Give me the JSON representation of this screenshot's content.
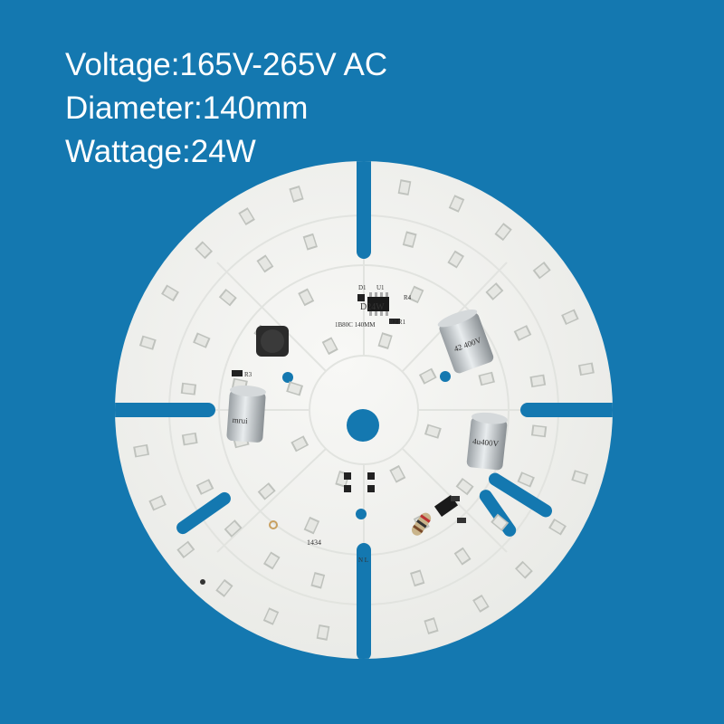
{
  "specs": {
    "voltage": "Voltage:165V-265V AC",
    "diameter": "Diameter:140mm",
    "wattage": "Wattage:24W"
  },
  "board_labels": {
    "model": "D24W",
    "part": "1B80C 140MM",
    "serial": "1434",
    "d1": "D1",
    "u1": "U1",
    "r4": "R4",
    "r2r1": "R2 R1",
    "r3": "R3",
    "nl": "N L"
  },
  "capacitor_labels": {
    "cap_a": "42 400V",
    "cap_b": "4u400V",
    "cap_c": "mrui"
  },
  "colors": {
    "background": "#1478b0",
    "board": "#f2f2f0",
    "led": "#e6e7e3"
  }
}
